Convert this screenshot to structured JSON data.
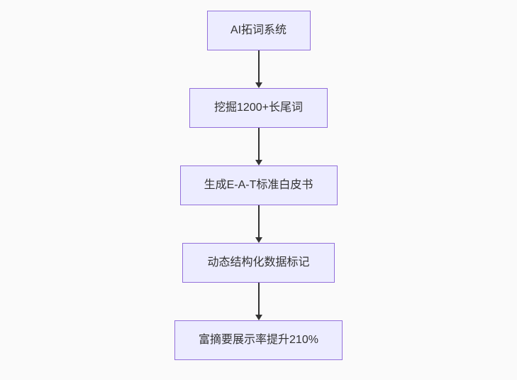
{
  "page": {
    "background_color": "#fafafa"
  },
  "chart_data": {
    "type": "flowchart",
    "direction": "top-down",
    "title": "",
    "node_fill_color": "#ECECFF",
    "node_border_color": "#9370DB",
    "node_text_color": "#333333",
    "arrow_color": "#333333",
    "nodes": [
      {
        "label": "AI拓词系统"
      },
      {
        "label": "挖掘1200+长尾词"
      },
      {
        "label": "生成E-A-T标准白皮书"
      },
      {
        "label": "动态结构化数据标记"
      },
      {
        "label": "富摘要展示率提升210%"
      }
    ],
    "edges": [
      {
        "from": "AI拓词系统",
        "to": "挖掘1200+长尾词"
      },
      {
        "from": "挖掘1200+长尾词",
        "to": "生成E-A-T标准白皮书"
      },
      {
        "from": "生成E-A-T标准白皮书",
        "to": "动态结构化数据标记"
      },
      {
        "from": "动态结构化数据标记",
        "to": "富摘要展示率提升210%"
      }
    ]
  }
}
